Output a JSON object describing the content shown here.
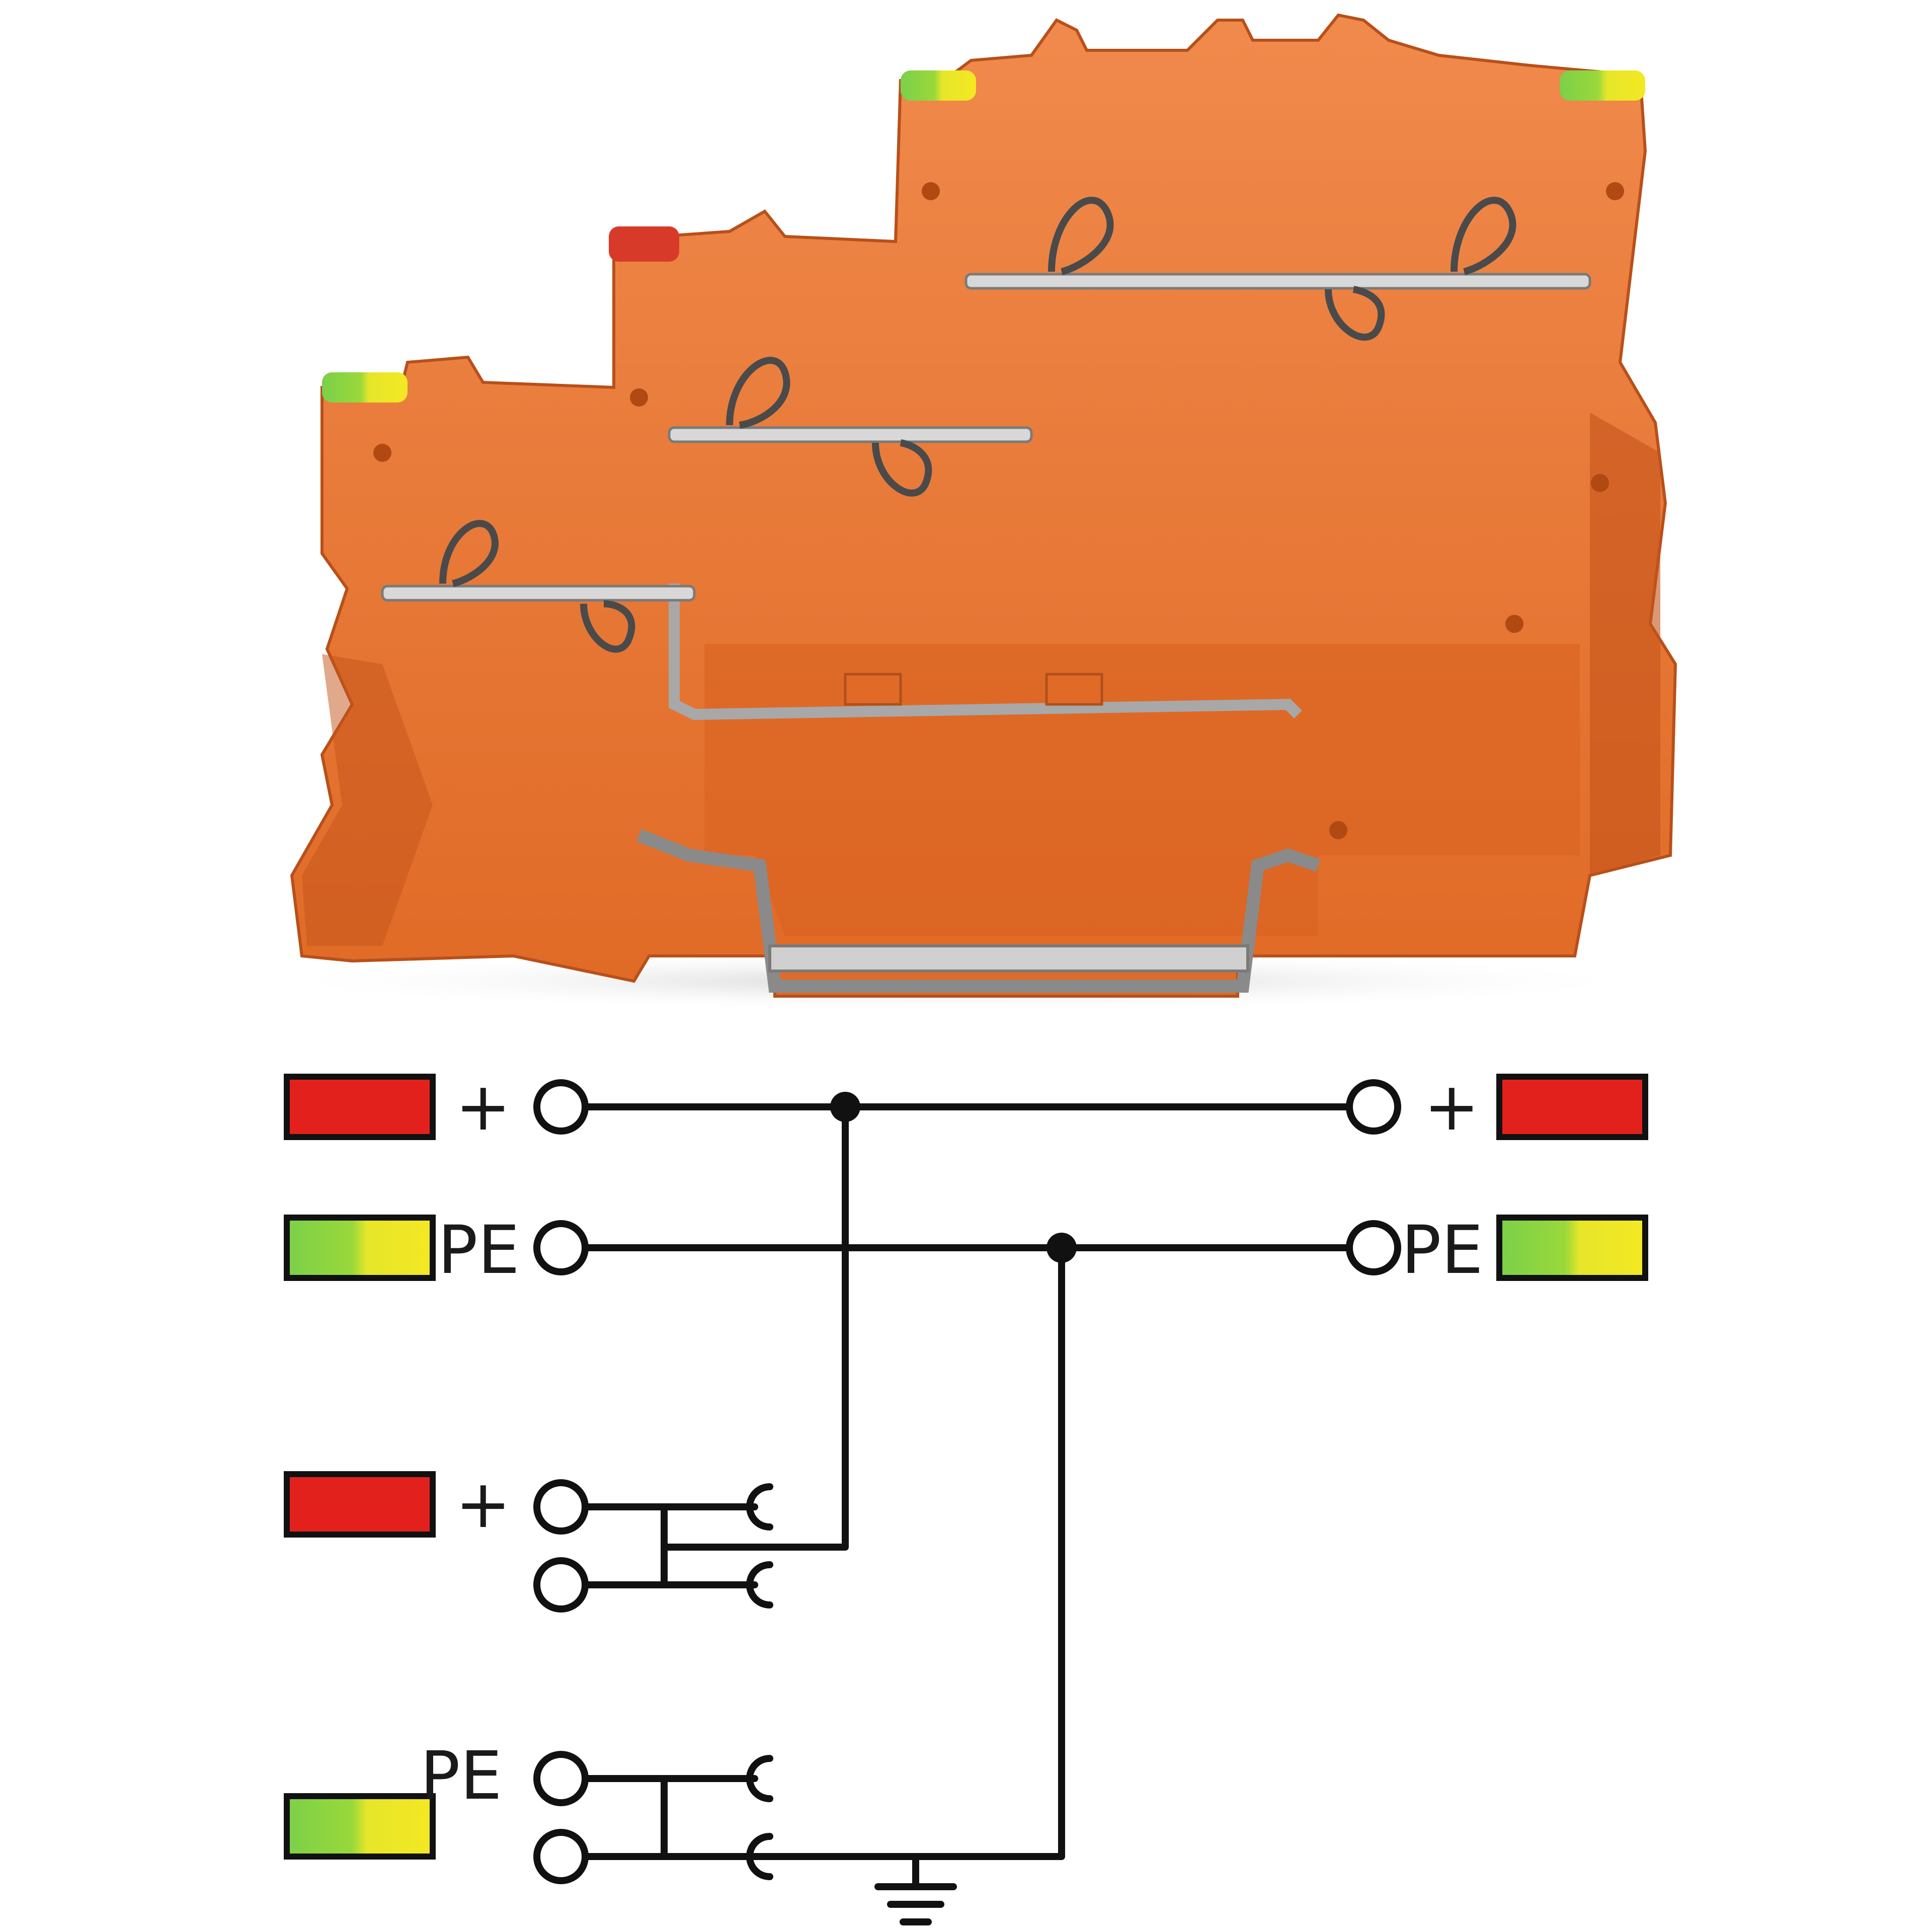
{
  "schematic": {
    "top_left_plus": "+",
    "top_right_plus": "+",
    "pe_left": "PE",
    "pe_right": "PE",
    "mid_plus": "+",
    "bottom_pe": "PE"
  },
  "colors": {
    "housing": "#e8742f",
    "housing_dark": "#c85a1c",
    "housing_light": "#f0905a",
    "metal": "#c9c9c9",
    "wire": "#111111",
    "red": "#e3211c",
    "green": "#7bd04a",
    "yellow": "#f4e823"
  }
}
